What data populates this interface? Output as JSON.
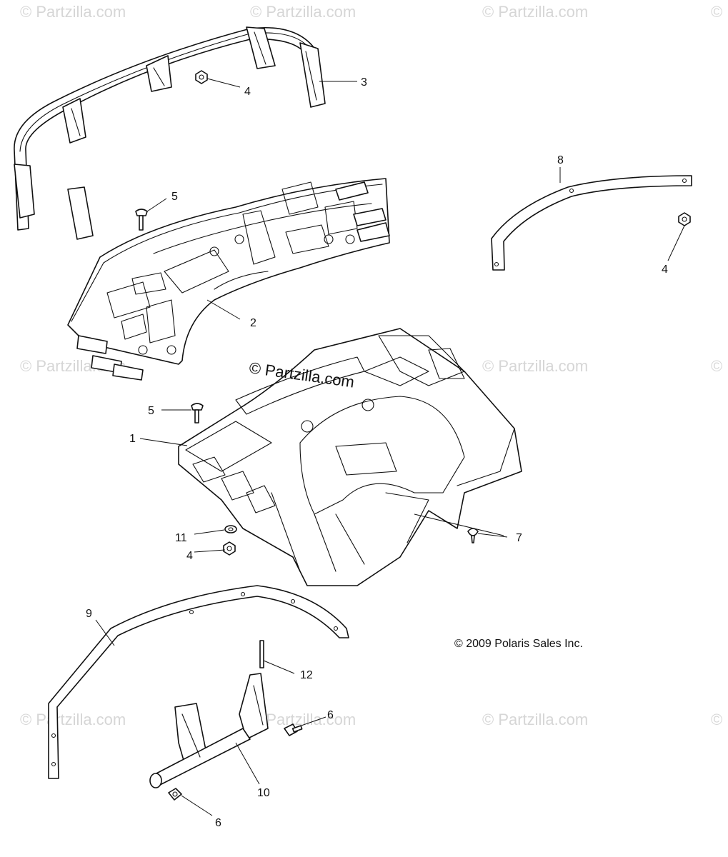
{
  "watermark": {
    "text": "© Partzilla.com",
    "symbol": "©",
    "center_text": "© Partzilla.com"
  },
  "copyright": "© 2009 Polaris Sales Inc.",
  "callouts": {
    "c1": "1",
    "c2": "2",
    "c3": "3",
    "c4a": "4",
    "c4b": "4",
    "c4c": "4",
    "c5a": "5",
    "c5b": "5",
    "c6a": "6",
    "c6b": "6",
    "c7": "7",
    "c8": "8",
    "c9": "9",
    "c10": "10",
    "c11": "11",
    "c12": "12"
  },
  "colors": {
    "line": "#111111",
    "watermark": "#d6d6d6",
    "background": "#ffffff"
  }
}
